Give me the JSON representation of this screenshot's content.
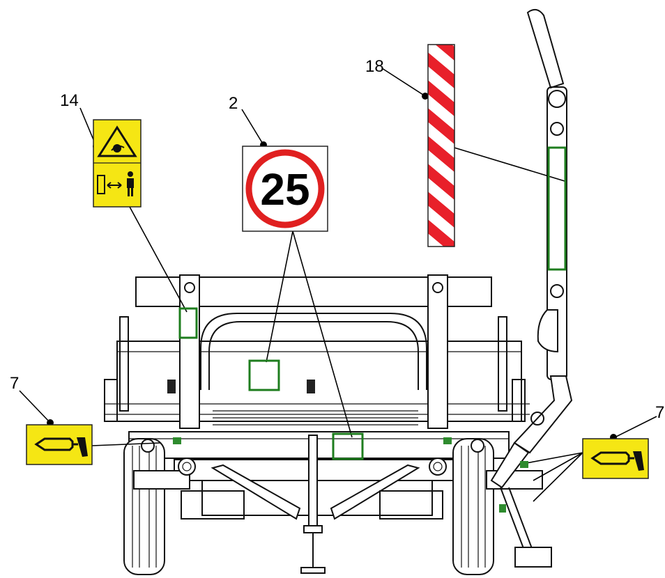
{
  "callouts": {
    "c14": "14",
    "c2": "2",
    "c18": "18",
    "c7_left": "7",
    "c7_right": "7"
  },
  "speed_sign": {
    "value": "25"
  },
  "colors": {
    "marker_green": "#1e7d1e",
    "warning_yellow": "#f5e614",
    "stripe_red": "#e8202a",
    "speed_ring_red": "#e02020"
  },
  "icons": {
    "warning_label": "entanglement-warning-icon",
    "distance_label": "keep-distance-icon",
    "tyre_label": "tyre-pressure-icon",
    "stripe_board": "reflective-stripe-board"
  }
}
